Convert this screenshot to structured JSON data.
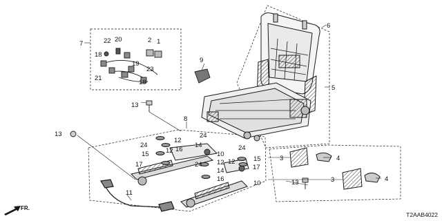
{
  "diagram": {
    "code": "T2AAB4022",
    "direction_label": "FR.",
    "colors": {
      "line": "#1a1a1a",
      "part_fill": "#d9d9d9",
      "part_dark": "#555555",
      "background": "#ffffff"
    },
    "callouts": [
      {
        "id": "c1",
        "text": "1"
      },
      {
        "id": "c2",
        "text": "2"
      },
      {
        "id": "c3a",
        "text": "3"
      },
      {
        "id": "c3b",
        "text": "3"
      },
      {
        "id": "c4a",
        "text": "4"
      },
      {
        "id": "c4b",
        "text": "4"
      },
      {
        "id": "c5",
        "text": "5"
      },
      {
        "id": "c6",
        "text": "6"
      },
      {
        "id": "c7",
        "text": "7"
      },
      {
        "id": "c8",
        "text": "8"
      },
      {
        "id": "c9",
        "text": "9"
      },
      {
        "id": "c10a",
        "text": "10"
      },
      {
        "id": "c10b",
        "text": "10"
      },
      {
        "id": "c11",
        "text": "11"
      },
      {
        "id": "c12a",
        "text": "12"
      },
      {
        "id": "c12b",
        "text": "12"
      },
      {
        "id": "c12c",
        "text": "12"
      },
      {
        "id": "c12d",
        "text": "12"
      },
      {
        "id": "c13a",
        "text": "13"
      },
      {
        "id": "c13b",
        "text": "13"
      },
      {
        "id": "c13c",
        "text": "13"
      },
      {
        "id": "c14a",
        "text": "14"
      },
      {
        "id": "c14b",
        "text": "14"
      },
      {
        "id": "c15a",
        "text": "15"
      },
      {
        "id": "c15b",
        "text": "15"
      },
      {
        "id": "c16a",
        "text": "16"
      },
      {
        "id": "c16b",
        "text": "16"
      },
      {
        "id": "c17a",
        "text": "17"
      },
      {
        "id": "c17b",
        "text": "17"
      },
      {
        "id": "c18a",
        "text": "18"
      },
      {
        "id": "c18b",
        "text": "18"
      },
      {
        "id": "c19",
        "text": "19"
      },
      {
        "id": "c20",
        "text": "20"
      },
      {
        "id": "c21",
        "text": "21"
      },
      {
        "id": "c22",
        "text": "22"
      },
      {
        "id": "c23",
        "text": "23"
      },
      {
        "id": "c24a",
        "text": "24"
      },
      {
        "id": "c24b",
        "text": "24"
      },
      {
        "id": "c24c",
        "text": "24"
      },
      {
        "id": "c24d",
        "text": "24"
      }
    ]
  }
}
